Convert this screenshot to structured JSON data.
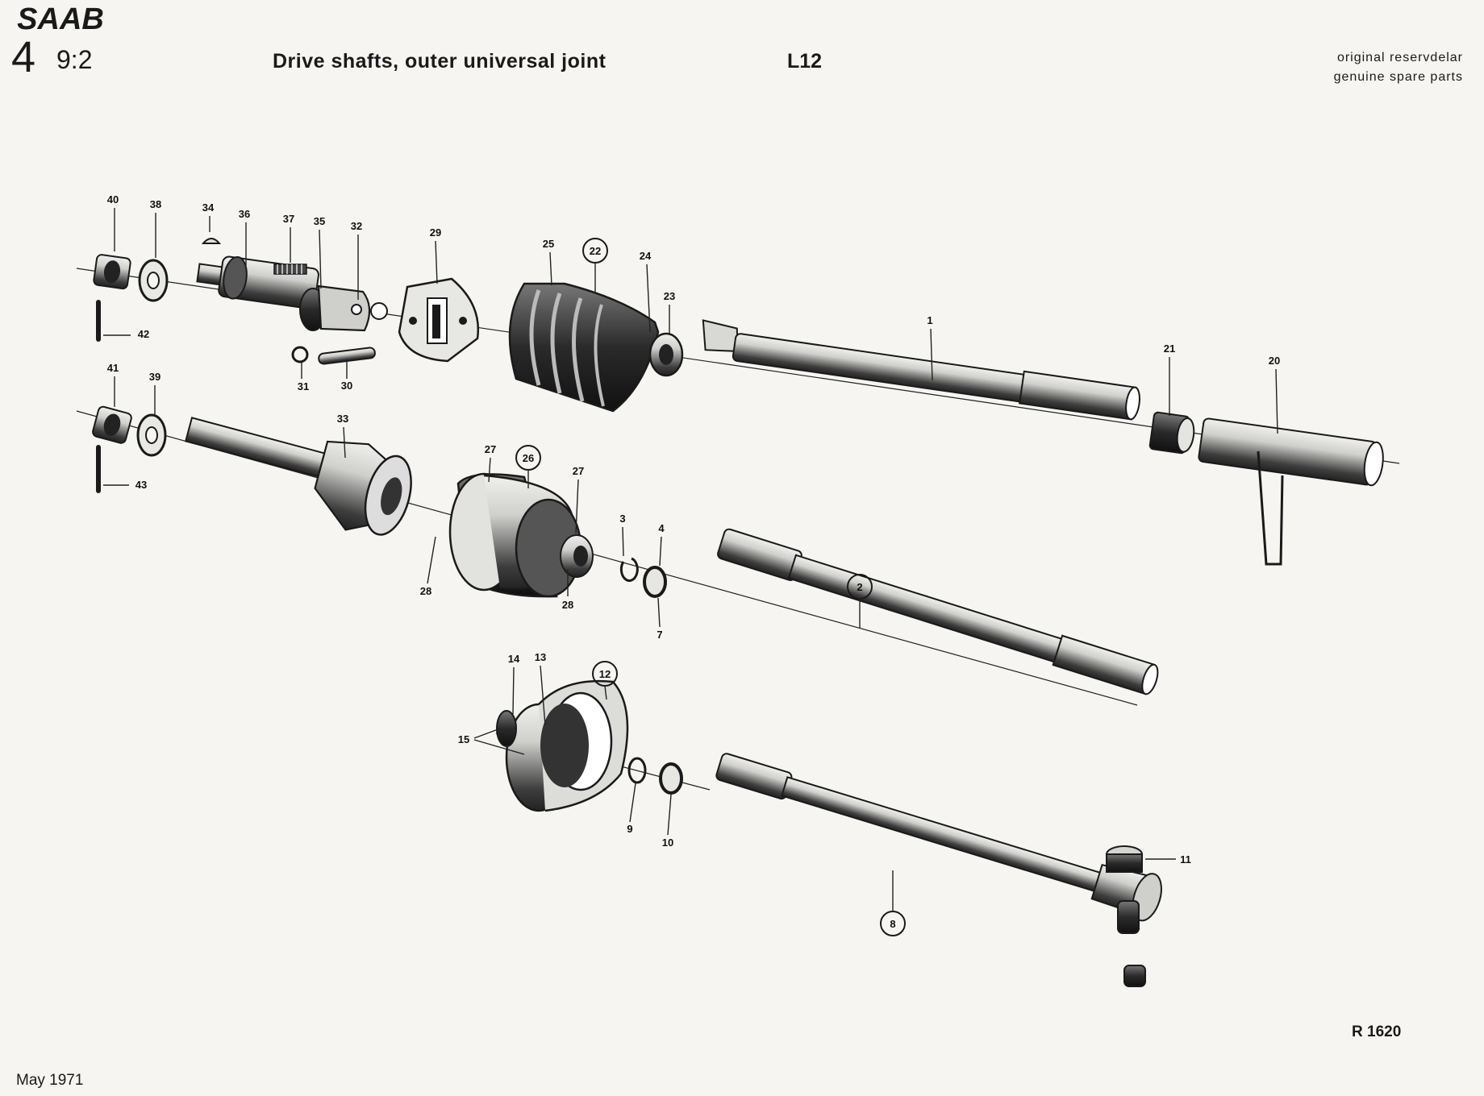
{
  "header": {
    "section_number": "4",
    "section_sub": "9:2",
    "title": "Drive shafts, outer universal joint",
    "model": "L12",
    "brand_logo": "SAAB",
    "tagline_1": "original reservdelar",
    "tagline_2": "genuine spare parts"
  },
  "footer": {
    "reference": "R 1620",
    "date": "May 1971"
  },
  "callouts": {
    "c1": "1",
    "c2": "2",
    "c3": "3",
    "c4": "4",
    "c7": "7",
    "c8": "8",
    "c9": "9",
    "c10": "10",
    "c11": "11",
    "c12": "12",
    "c13": "13",
    "c14": "14",
    "c15": "15",
    "c20": "20",
    "c21": "21",
    "c22": "22",
    "c23": "23",
    "c24": "24",
    "c25": "25",
    "c26": "26",
    "c27a": "27",
    "c27b": "27",
    "c28a": "28",
    "c28b": "28",
    "c29": "29",
    "c30": "30",
    "c31": "31",
    "c32": "32",
    "c33": "33",
    "c34": "34",
    "c35": "35",
    "c36": "36",
    "c37": "37",
    "c38": "38",
    "c39": "39",
    "c40": "40",
    "c41": "41",
    "c42": "42",
    "c43": "43"
  },
  "colors": {
    "ink": "#1a1a1a",
    "paper": "#f6f5f1",
    "shade": "#3a3a3a"
  }
}
